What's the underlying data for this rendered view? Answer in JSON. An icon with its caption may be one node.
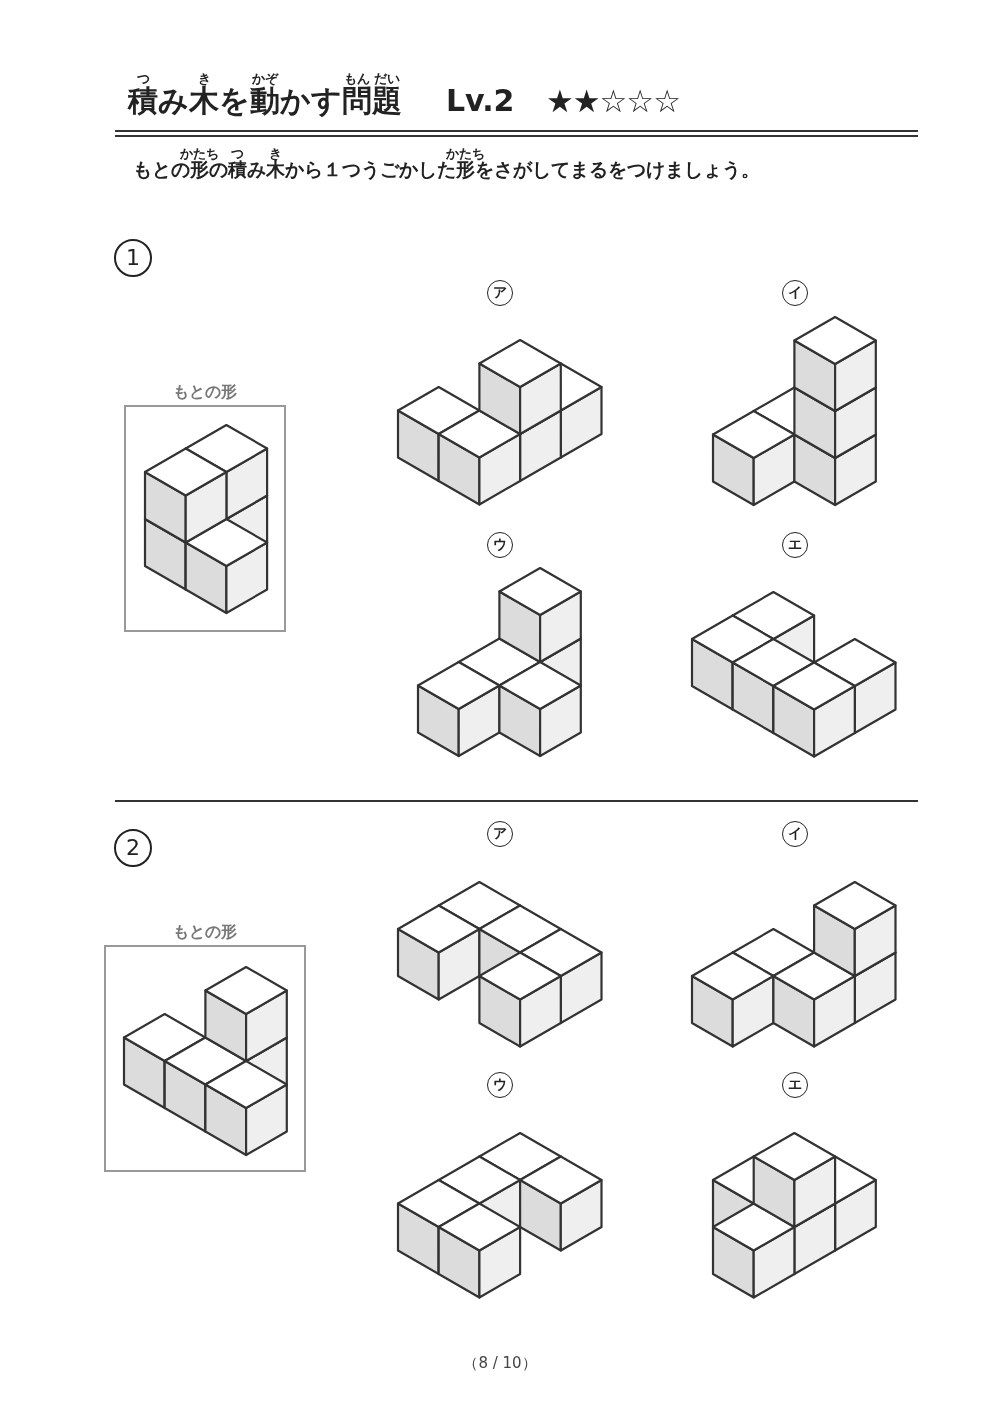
{
  "diagram": {
    "title": "積み木を動かす問題",
    "nodes": [
      {
        "text": [
          "1"
        ]
      },
      {
        "text": [
          "ア"
        ]
      },
      {
        "text": [
          "イ"
        ]
      },
      {
        "text": [
          "もとの形"
        ]
      },
      {
        "text": [
          "ウ"
        ]
      },
      {
        "text": [
          "エ"
        ]
      },
      {
        "text": [
          "2"
        ]
      },
      {
        "text": [
          "ア"
        ]
      },
      {
        "text": [
          "イ"
        ]
      },
      {
        "text": [
          "もとの形"
        ]
      },
      {
        "text": [
          "ウ"
        ]
      },
      {
        "text": [
          "エ"
        ]
      }
    ],
    "edges": [],
    "labels": [
      "つ",
      "き",
      "かぞ",
      "もん",
      "だい",
      "Lv.2",
      "★★☆☆☆",
      "かたち",
      "つ",
      "き",
      "かたち",
      "もとの形の積み木から１つうごかした形をさがしてまるをつけましょう。",
      "（8 / 10）"
    ]
  }
}
